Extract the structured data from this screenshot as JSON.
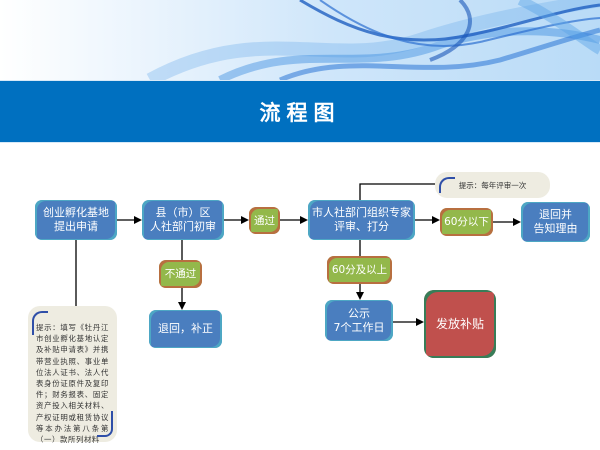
{
  "slide": {
    "title": "流程图",
    "colors": {
      "title_bar": "#0070C0",
      "process_box": "#4A7EBF",
      "condition_box": "#93B84B",
      "final_box": "#C0504D",
      "note_bg": "#EEECE1"
    }
  },
  "flowchart": {
    "nodes": {
      "apply": {
        "label_line1": "创业孵化基地",
        "label_line2": "提出申请"
      },
      "initial_review": {
        "label_line1": "县（市）区",
        "label_line2": "人社部门初审"
      },
      "pass": {
        "label": "通过"
      },
      "fail": {
        "label": "不通过"
      },
      "return_correct": {
        "label": "退回，补正"
      },
      "expert_review": {
        "label_line1": "市人社部门组织专家",
        "label_line2": "评审、打分"
      },
      "below_60": {
        "label": "60分以下"
      },
      "return_reason": {
        "label_line1": "退回并",
        "label_line2": "告知理由"
      },
      "above_60": {
        "label": "60分及以上"
      },
      "publicity": {
        "label_line1": "公示",
        "label_line2": "7个工作日"
      },
      "subsidy": {
        "label": "发放补贴"
      }
    },
    "notes": {
      "annual_review": "提示：每年评审一次",
      "materials": "提示：填写《牡丹江市创业孵化基地认定及补贴申请表》并携带营业执照、事业单位法人证书、法人代表身份证原件及复印件；财务报表、固定资产投入相关材料、产权证明或租赁协议等本办法第八条第（一）款所列材料"
    }
  }
}
